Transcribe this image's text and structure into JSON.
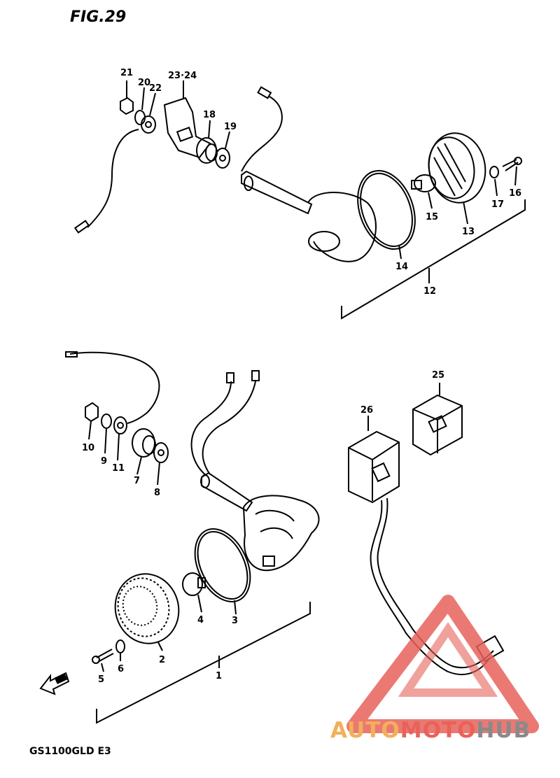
{
  "figure": {
    "title": "FIG.29",
    "model": "GS1100GLD E3"
  },
  "callouts": {
    "n1": "1",
    "n2": "2",
    "n3": "3",
    "n4": "4",
    "n5": "5",
    "n6": "6",
    "n7": "7",
    "n8": "8",
    "n9": "9",
    "n10": "10",
    "n11": "11",
    "n12": "12",
    "n13": "13",
    "n14": "14",
    "n15": "15",
    "n16": "16",
    "n17": "17",
    "n18": "18",
    "n19": "19",
    "n20": "20",
    "n21": "21",
    "n22": "22",
    "n23_24": "23·24",
    "n25": "25",
    "n26": "26"
  },
  "watermark": {
    "part1": "AUTO",
    "part2": "MOTO",
    "part3": "HUB",
    "colors": {
      "orange": "#f2b05a",
      "red": "#e8625a",
      "gray": "#8a8a8a"
    }
  },
  "icons": {
    "front_arrow": "front-direction-arrow-icon"
  }
}
